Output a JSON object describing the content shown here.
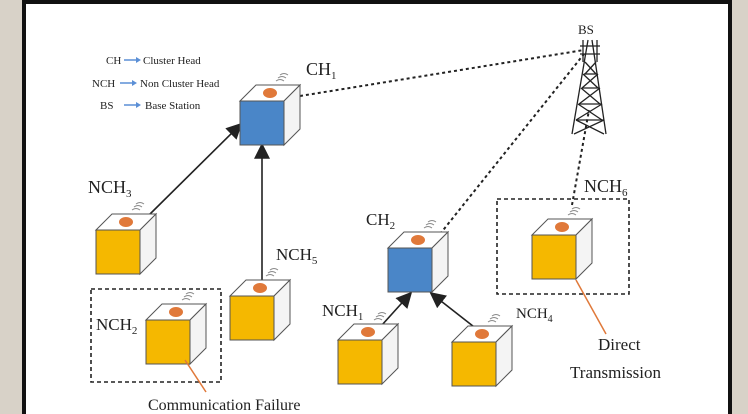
{
  "colors": {
    "cluster_head": "#4a86c8",
    "non_cluster_head": "#f5b800",
    "sensor_dot": "#e0793a",
    "annotation_line": "#e0793a",
    "arrow_blue": "#5b8fd6"
  },
  "legend": {
    "items": [
      {
        "abbr": "CH",
        "text": "Cluster Head"
      },
      {
        "abbr": "NCH",
        "text": "Non Cluster Head"
      },
      {
        "abbr": "BS",
        "text": "Base Station"
      }
    ]
  },
  "nodes": {
    "bs": {
      "label": "BS"
    },
    "ch1": {
      "label": "CH",
      "sub": "1"
    },
    "ch2": {
      "label": "CH",
      "sub": "2"
    },
    "nch3": {
      "label": "NCH",
      "sub": "3"
    },
    "nch5": {
      "label": "NCH",
      "sub": "5"
    },
    "nch2": {
      "label": "NCH",
      "sub": "2"
    },
    "nch1": {
      "label": "NCH",
      "sub": "1"
    },
    "nch4": {
      "label": "NCH",
      "sub": "4"
    },
    "nch6": {
      "label": "NCH",
      "sub": "6"
    }
  },
  "annotations": {
    "communication_failure": "Communication Failure",
    "direct_line1": "Direct",
    "direct_line2": "Transmission"
  }
}
